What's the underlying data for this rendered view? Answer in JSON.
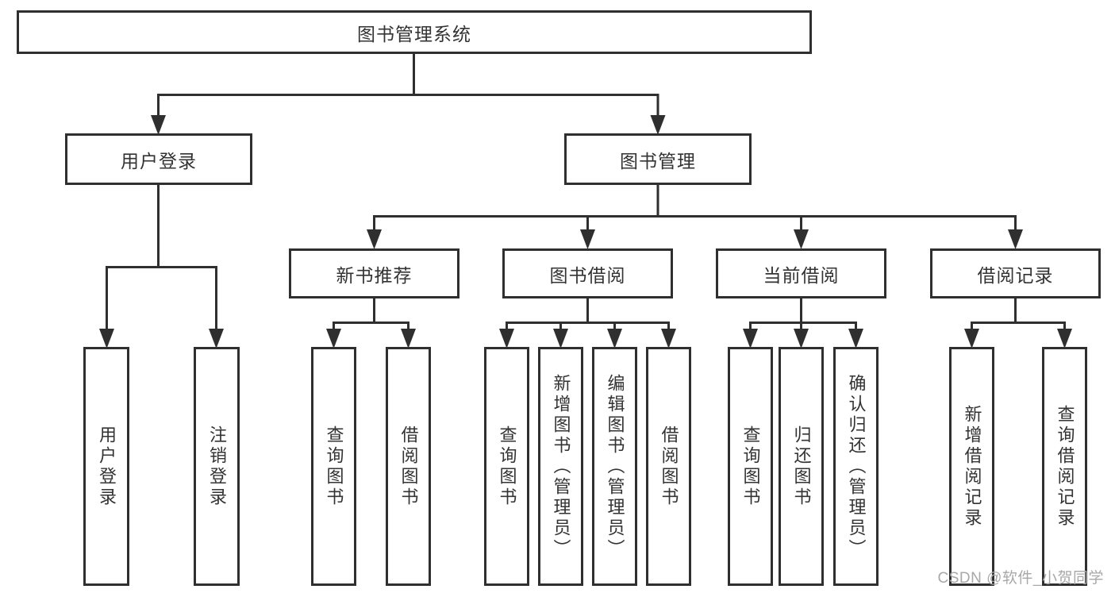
{
  "tree": {
    "label": "图书管理系统",
    "children": [
      {
        "label": "用户登录",
        "children": [
          {
            "label": "用户登录"
          },
          {
            "label": "注销登录"
          }
        ]
      },
      {
        "label": "图书管理",
        "children": [
          {
            "label": "新书推荐",
            "children": [
              {
                "label": "查询图书"
              },
              {
                "label": "借阅图书"
              }
            ]
          },
          {
            "label": "图书借阅",
            "children": [
              {
                "label": "查询图书"
              },
              {
                "label": "新增图书（管理员）"
              },
              {
                "label": "编辑图书（管理员）"
              },
              {
                "label": "借阅图书"
              }
            ]
          },
          {
            "label": "当前借阅",
            "children": [
              {
                "label": "查询图书"
              },
              {
                "label": "归还图书"
              },
              {
                "label": "确认归还（管理员）"
              }
            ]
          },
          {
            "label": "借阅记录",
            "children": [
              {
                "label": "新增借阅记录"
              },
              {
                "label": "查询借阅记录"
              }
            ]
          }
        ]
      }
    ]
  },
  "watermark": "CSDN @软件_小贺同学",
  "colors": {
    "line": "#2f2f2f",
    "text": "#333333",
    "watermark": "#a8a8a8",
    "background": "#ffffff"
  }
}
